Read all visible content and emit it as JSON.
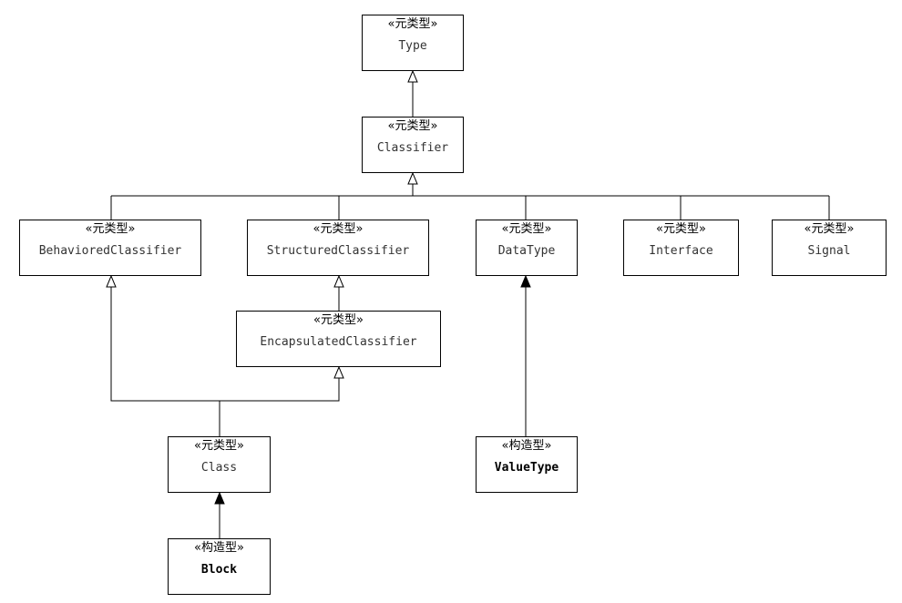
{
  "nodes": {
    "type": {
      "stereotype": "«元类型»",
      "name": "Type"
    },
    "classifier": {
      "stereotype": "«元类型»",
      "name": "Classifier"
    },
    "behaviored_classifier": {
      "stereotype": "«元类型»",
      "name": "BehavioredClassifier"
    },
    "structured_classifier": {
      "stereotype": "«元类型»",
      "name": "StructuredClassifier"
    },
    "data_type": {
      "stereotype": "«元类型»",
      "name": "DataType"
    },
    "interface": {
      "stereotype": "«元类型»",
      "name": "Interface"
    },
    "signal": {
      "stereotype": "«元类型»",
      "name": "Signal"
    },
    "encapsulated_classifier": {
      "stereotype": "«元类型»",
      "name": "EncapsulatedClassifier"
    },
    "class": {
      "stereotype": "«元类型»",
      "name": "Class"
    },
    "block": {
      "stereotype": "«构造型»",
      "name": "Block"
    },
    "value_type": {
      "stereotype": "«构造型»",
      "name": "ValueType"
    }
  },
  "relations": [
    {
      "from": "classifier",
      "to": "type",
      "kind": "generalization"
    },
    {
      "from": "behaviored_classifier",
      "to": "classifier",
      "kind": "generalization"
    },
    {
      "from": "structured_classifier",
      "to": "classifier",
      "kind": "generalization"
    },
    {
      "from": "data_type",
      "to": "classifier",
      "kind": "generalization"
    },
    {
      "from": "interface",
      "to": "classifier",
      "kind": "generalization"
    },
    {
      "from": "signal",
      "to": "classifier",
      "kind": "generalization"
    },
    {
      "from": "encapsulated_classifier",
      "to": "structured_classifier",
      "kind": "generalization"
    },
    {
      "from": "class",
      "to": "behaviored_classifier",
      "kind": "generalization"
    },
    {
      "from": "class",
      "to": "encapsulated_classifier",
      "kind": "generalization"
    },
    {
      "from": "block",
      "to": "class",
      "kind": "extension"
    },
    {
      "from": "value_type",
      "to": "data_type",
      "kind": "extension"
    }
  ],
  "colors": {
    "line": "#000000",
    "box_border": "#000000",
    "metaclass_text": "#333333",
    "stereotype_text": "#000000"
  }
}
